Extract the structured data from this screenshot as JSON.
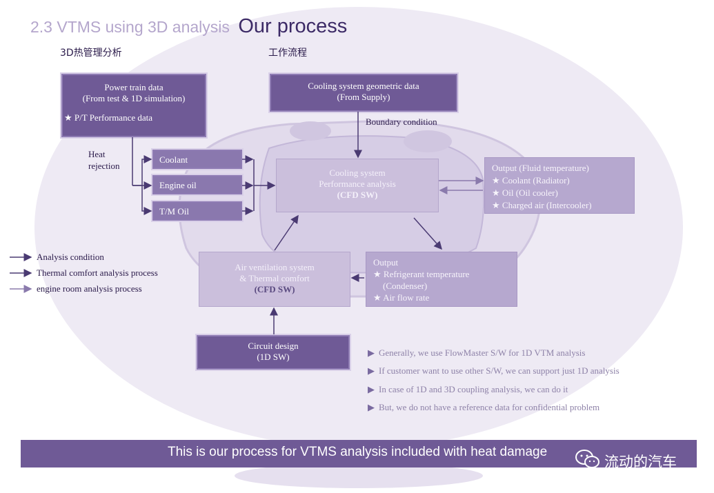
{
  "title": {
    "section": "2.3 VTMS using 3D analysis",
    "main": "Our process"
  },
  "subtitles": {
    "left": "3D热管理分析",
    "right": "工作流程"
  },
  "powertrain": {
    "line1": "Power train data",
    "line2": "(From test & 1D simulation)",
    "line3": "★ P/T Performance data"
  },
  "cooling_geo": {
    "line1": "Cooling  system geometric data",
    "line2": "(From Supply)"
  },
  "boundary_condition": "Boundary condition",
  "heat_rejection": {
    "line1": "Heat",
    "line2": "rejection"
  },
  "fluids": [
    "Coolant",
    "Engine oil",
    "T/M Oil"
  ],
  "cooling_perf": {
    "line1": "Cooling  system",
    "line2": "Performance analysis",
    "line3": "(CFD SW)"
  },
  "output_fluid": {
    "title": "Output (Fluid  temperature)",
    "items": [
      "★ Coolant (Radiator)",
      "★ Oil  (Oil cooler)",
      "★ Charged air (Intercooler)"
    ]
  },
  "air_vent": {
    "line1": "Air ventilation  system",
    "line2": "& Thermal comfort",
    "line3": "(CFD SW)"
  },
  "output_ref": {
    "title": "Output",
    "items": [
      "★ Refrigerant temperature",
      "(Condenser)",
      "★ Air flow rate"
    ]
  },
  "circuit": {
    "line1": "Circuit design",
    "line2": "(1D SW)"
  },
  "legend": [
    "Analysis condition",
    "Thermal comfort analysis process",
    "engine room analysis process"
  ],
  "notes": [
    "Generally, we use FlowMaster S/W for 1D VTM analysis",
    "If customer want to use other S/W, we can support just 1D analysis",
    "In case of 1D and 3D coupling  analysis, we can do it",
    "But, we do not have a reference data for confidential problem"
  ],
  "banner": "This is our process for VTMS analysis included with heat damage",
  "brand": "流动的汽车",
  "colors": {
    "accent": "#6f5a96",
    "pale": "#cbbfdc",
    "title_light": "#b4a6cc",
    "title_dark": "#3c2a66"
  }
}
